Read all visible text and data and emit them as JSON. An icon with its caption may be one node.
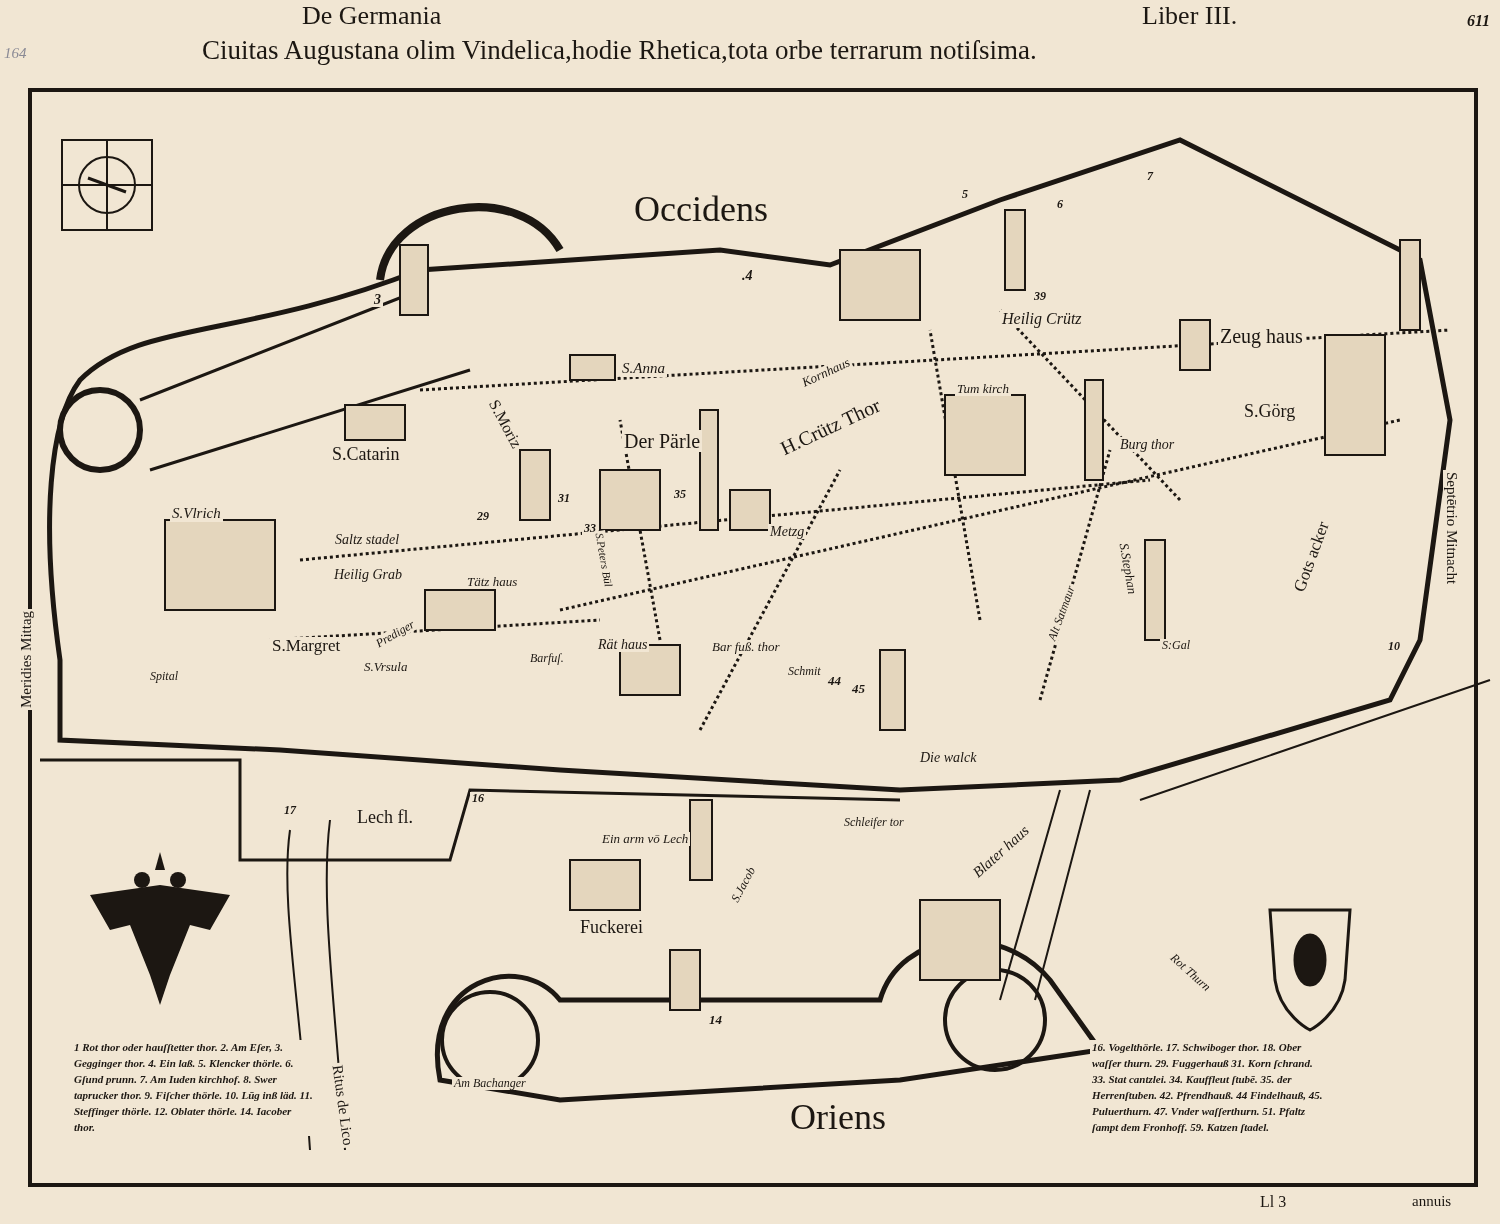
{
  "diagram": {
    "title": "Ciuitas Augustana olim Vindelica,hodie Rhetica,tota orbe terrarum notiſsima.",
    "labels": [
      "De Germania",
      "Liber III.",
      "611",
      "164",
      "Occidens",
      "3",
      ".4",
      "5",
      "6",
      "7",
      "39",
      "Heilig Crütz",
      "Zeug haus",
      "S.Moriz",
      "S.Anna",
      "Der Pärle",
      "Kornhaus",
      "H.Crütz Thor",
      "Tum kirch",
      "S.Görg",
      "Burg thor",
      "S.Catarin",
      "S.Vlrich",
      "29",
      "31",
      "33",
      "35",
      "Metzg",
      "Meridies Mittag",
      "Septētrio Mitnacht",
      "Saltz stadel",
      "Heilig Grab",
      "Tätz haus",
      "S.Peters Bül",
      "Alt Satmaur",
      "S.Stephan",
      "Gots acker",
      "Rät haus",
      "Prediger",
      "S.Margret",
      "Spital",
      "S.Vrsula",
      "Barfuſ.",
      "Bar fuß. thor",
      "Schmit",
      "44",
      "45",
      "S:Gal",
      "10",
      "Die walck",
      "16",
      "17",
      "Lech fl.",
      "Ein arm vō Lech",
      "Schleifer tor",
      "Fuckerei",
      "S.Jacob",
      "Blater haus",
      "Rot Thurn",
      "14",
      "Am Bachanger",
      "Ritus de Lico",
      "Oriens",
      "1 Rot thor oder hauſſtetter thor. 2. Am Eſer, 3. Gegginger thor. 4. Ein laß. 5. Klencker thörle. 6. Gſund prunn. 7. Am Iuden kirchhof. 8. Swer taprucker thor. 9. Fiſcher thörle. 10. Lūg inß läd. 11. Steffinger thörle. 12. Oblater thörle. 14. Iacober thor.",
      "16. Vogelthörle. 17. Schwiboger thor. 18. Ober waſſer thurn. 29. Fuggerhauß 31. Korn ſchrand. 33. Stat cantzlei. 34. Kauffleut ſtubē. 35. der Herrenſtuben. 42. Pfrendhauß. 44 Findelhauß, 45. Puluerthurn. 47. Vnder waſſerthurn. 51. Pfaltz ſampt dem Fronhoff. 59. Katzen ſtadel.",
      "Ll 3",
      "annuis"
    ]
  }
}
